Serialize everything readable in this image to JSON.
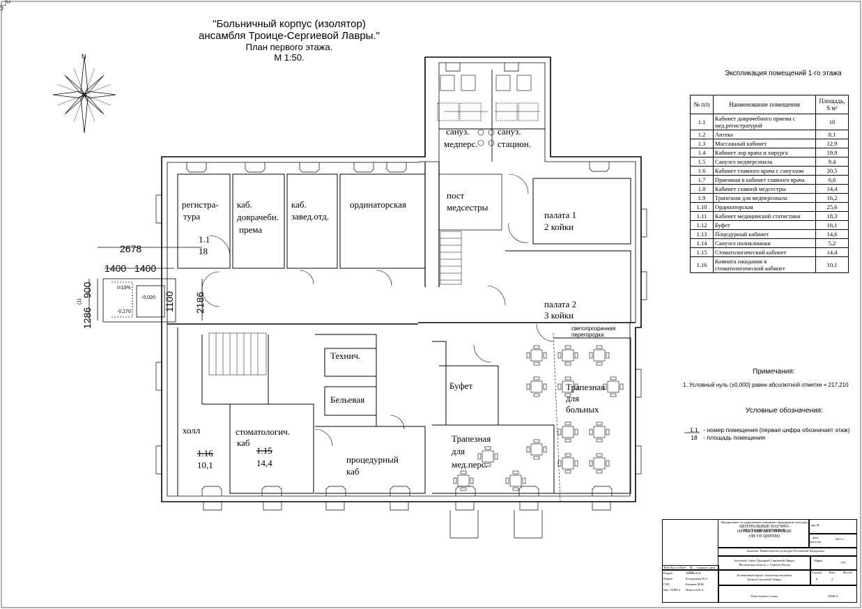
{
  "title": {
    "line1": "\"Больничный  корпус (изолятор)",
    "line2": "ансамбля Троице-Сергиевой Лавры.\"",
    "line3": "План первого этажа.",
    "line4": "М 1:50."
  },
  "compass": {
    "north": "N"
  },
  "dimensions": {
    "d2678": "2678",
    "d1400a": "1400",
    "d1400b": "1400",
    "d900": "900",
    "d1286": "1286",
    "d1100": "1100",
    "d2186": "2186",
    "slope": "i=10%",
    "lvl1": "-0,020",
    "lvl2": "-0,170",
    "zero": "(1)"
  },
  "rooms": {
    "reg1": "регистра-",
    "reg2": "тура",
    "reg_num": "1.1",
    "reg_area": "18",
    "kab1a": "каб.",
    "kab1b": "доврачебн.",
    "kab1c": "према",
    "kab2a": "каб.",
    "kab2b": "завед.отд.",
    "ordin": "ординаторская",
    "post1": "пост",
    "post2": "медсестры",
    "san1a": "сануз.",
    "san1b": "медперс.",
    "san2a": "сануз.",
    "san2b": "стацион.",
    "pal1a": "палата 1",
    "pal1b": "2 койки",
    "pal2a": "палата 2",
    "pal2b": "3 койки",
    "svet1": "светопрозрачная",
    "svet2": "перегородка",
    "tech": "Технич.",
    "bel": "Бельевая",
    "bufet": "Буфет",
    "trap1a": "Трапезная",
    "trap1b": "для",
    "trap1c": "больных",
    "trap2a": "Трапезная",
    "trap2b": "для",
    "trap2c": "мед.перс.",
    "holl": "холл",
    "holl_num": "1.16",
    "holl_area": "10,1",
    "stom1": "стоматологич.",
    "stom2": "каб",
    "stom_num": "1.15",
    "stom_area": "14,4",
    "proc1": "процедурный",
    "proc2": "каб"
  },
  "explication": {
    "title": "Экспликация помещений 1-го этажа",
    "headers": {
      "num": "№ п/п",
      "name": "Наименование помещения",
      "area1": "Площадь,",
      "area2": "S м²"
    },
    "rows": [
      {
        "num": "1.1",
        "name": "Кабинет доврачебного приема с мед.регистратурой",
        "area": "18"
      },
      {
        "num": "1.2",
        "name": "Аптека",
        "area": "8,1"
      },
      {
        "num": "1.3",
        "name": "Массажный кабинет",
        "area": "12,9"
      },
      {
        "num": "1.4",
        "name": "Кабинет лор врача и хирурга",
        "area": "19,8"
      },
      {
        "num": "1.5",
        "name": "Санузел медперсонала",
        "area": "9,4"
      },
      {
        "num": "1.6",
        "name": "Кабинет главного врача с санузлом",
        "area": "20,5"
      },
      {
        "num": "1.7",
        "name": "Приемная в кабинет главного врача",
        "area": "6,6"
      },
      {
        "num": "1.8",
        "name": "Кабинет главной медсестры",
        "area": "14,4"
      },
      {
        "num": "1.9",
        "name": "Трапезная для медперсонала",
        "area": "16,2"
      },
      {
        "num": "1.10",
        "name": "Ординаторская",
        "area": "25,6"
      },
      {
        "num": "1.11",
        "name": "Кабинет медицинской статистики",
        "area": "18,3"
      },
      {
        "num": "1.12",
        "name": "Буфет",
        "area": "16,1"
      },
      {
        "num": "1.13",
        "name": "Поцедурный кабинет",
        "area": "14,6"
      },
      {
        "num": "1.14",
        "name": "Санузел поликлиники",
        "area": "5,2"
      },
      {
        "num": "1.15",
        "name": "Стоматологический кабинет",
        "area": "14,4"
      },
      {
        "num": "1.16",
        "name": "Комната ожидания в стоматологический кабинет",
        "area": "10,1"
      }
    ]
  },
  "notes": {
    "title": "Примечания:",
    "text": "1. Условный нуль  (±0,000) равен абсолютной отметке   + 217,210"
  },
  "legend": {
    "title": "Условные обозначения:",
    "num": "1.1",
    "num_desc": "- номер помещения (первая цифра обозначает этаж)",
    "area": "18",
    "area_desc": "- площадь помещения"
  },
  "stamp": {
    "org1": "Федеральное государственное унитарное предприятие культуры",
    "org2": "ЦЕНТРАЛЬНЫЕ НАУЧНО-РЕСТАВРАЦИОННЫЕ",
    "org3": "ПРОЕКТНЫЕ МАСТЕРСКИЕ",
    "org4": "(ФГУП ЦНРПМ)",
    "arch": "арх.№",
    "date_label": "дата выпуска",
    "year": "2015 г.",
    "customer": "Заказчик: Министерство культуры Российской Федерации",
    "obj1": "Ансамбль Свято-Троицкой Сергиевой Лавры.",
    "obj2": "Московская область, г. Сергиев Посад",
    "mark_label": "Марка",
    "mark": "ОЧ",
    "stage": "Стадия",
    "sheet": "Лист",
    "sheets": "Листов",
    "stage_val": "Р",
    "sheet_val": "3",
    "bldg1": "Больничный  корпус (изолятор) ансамбля",
    "bldg2": "Троице-Сергиевой Лавры.",
    "plan": "План первого этажа",
    "code": "АПМ-4",
    "p1": "Лазаев К.В.",
    "p2": "Бельдивнов Н.Э.",
    "p3": "Казанов М.Ю.",
    "p4": "Помосов В.А.",
    "r1": "Разраб.",
    "r2": "Разраб.",
    "r3": "ГАП",
    "r4": "Нач. АПМ-4",
    "h1": "Изм.",
    "h2": "Кол.уч.",
    "h3": "Лист",
    "h4": "№ док.",
    "h5": "подпись",
    "h6": "дата"
  }
}
